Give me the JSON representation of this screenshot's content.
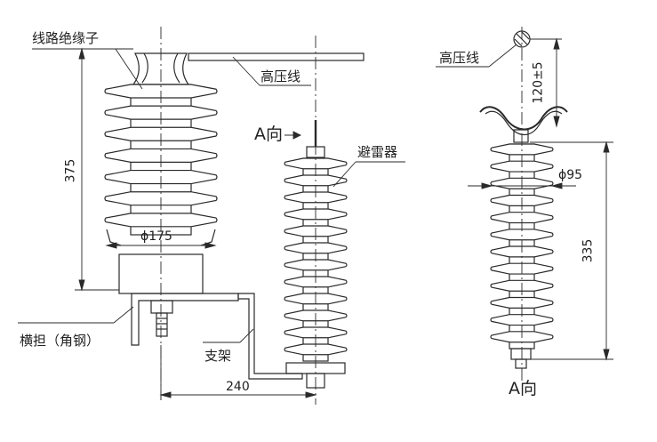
{
  "labels": {
    "line_insulator": "线路绝缘子",
    "hv_line_left": "高压线",
    "direction_a_top": "A向",
    "arrester": "避雷器",
    "crossarm": "横担（角钢）",
    "bracket": "支架",
    "hv_line_right": "高压线",
    "direction_a_bottom": "A向"
  },
  "dimensions": {
    "insulator_height": "375",
    "insulator_diameter": "ϕ175",
    "horizontal_offset": "240",
    "clamp_height": "120±5",
    "arrester_diameter": "ϕ95",
    "arrester_height": "335"
  },
  "colors": {
    "line": "#2a2a2a",
    "paper": "#ffffff"
  }
}
